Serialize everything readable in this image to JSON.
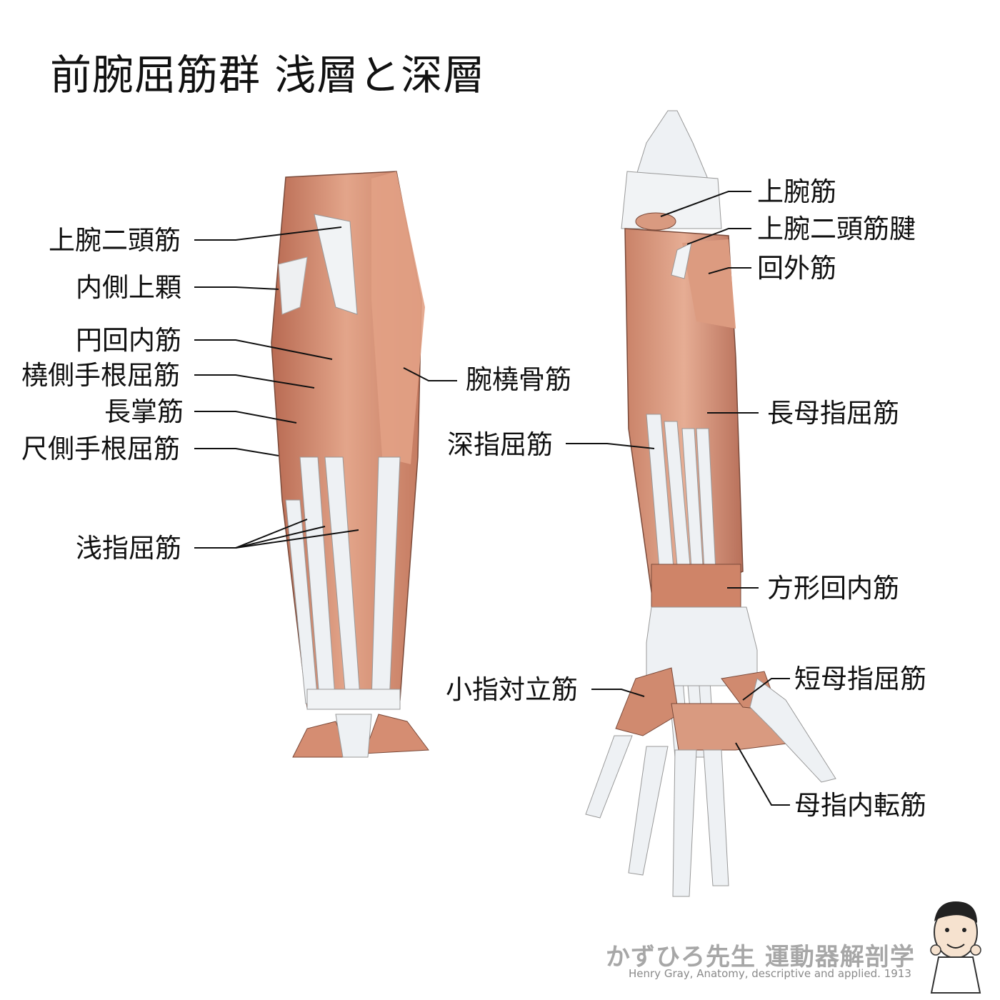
{
  "title": "前腕屈筋群 浅層と深層",
  "left_labels": {
    "biceps": "上腕二頭筋",
    "medial_epicondyle": "内側上顆",
    "pronator_teres": "円回内筋",
    "fcr": "橈側手根屈筋",
    "palmaris_longus": "長掌筋",
    "fcu": "尺側手根屈筋",
    "fds": "浅指屈筋",
    "brachioradialis": "腕橈骨筋"
  },
  "right_labels": {
    "brachialis": "上腕筋",
    "biceps_tendon": "上腕二頭筋腱",
    "supinator": "回外筋",
    "fpl": "長母指屈筋",
    "fdp": "深指屈筋",
    "pronator_quadratus": "方形回内筋",
    "odm": "小指対立筋",
    "fpb": "短母指屈筋",
    "adductor_pollicis": "母指内転筋"
  },
  "footer": {
    "brand": "かずひろ先生 運動器解剖学",
    "source": "Henry Gray, Anatomy, descriptive and applied. 1913"
  },
  "colors": {
    "muscle": "#d99a80",
    "muscle_dark": "#b86a52",
    "tendon": "#eef1f4",
    "line": "#111111"
  }
}
